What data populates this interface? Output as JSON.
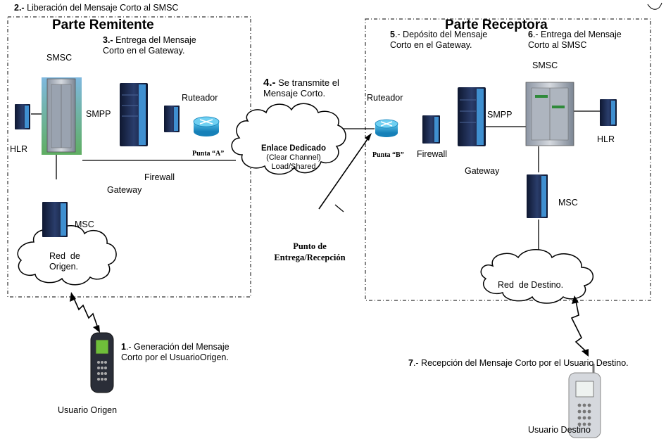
{
  "titles": {
    "sender_side": "Parte Remitente",
    "receiver_side": "Parte Receptora"
  },
  "steps": {
    "s1_num": "1",
    "s1_text": ".- Generación del Mensaje\nCorto por el UsuarioOrigen.",
    "s2_num": "2.-",
    "s2_text": " Liberación del Mensaje Corto al SMSC",
    "s3_num": "3.-",
    "s3_text": " Entrega del Mensaje\nCorto en el Gateway.",
    "s4_num": "4.-",
    "s4_text": " Se transmite el\nMensaje Corto.",
    "s5_num": "5",
    "s5_text": ".- Depósito del Mensaje\nCorto en el Gateway.",
    "s6_num": "6",
    "s6_text": ".- Entrega del Mensaje\nCorto al SMSC",
    "s7_num": "7",
    "s7_text": ".- Recepción del Mensaje Corto por el Usuario Destino."
  },
  "labels": {
    "smsc_left": "SMSC",
    "smpp_left": "SMPP",
    "ruteador_left": "Ruteador",
    "hlr_left": "HLR",
    "punta_a": "Punta “A”",
    "firewall_left": "Firewall",
    "gateway_left": "Gateway",
    "msc_left": "MSC",
    "red_origen": "Red  de\nOrigen.",
    "usuario_origen": "Usuario Origen",
    "enlace_title": "Enlace Dedicado",
    "enlace_sub": "(Clear Channel)\nLoad/Shared",
    "punto_entrega": "Punto de\nEntrega/Recepción",
    "ruteador_right": "Ruteador",
    "punta_b": "Punta “B”",
    "firewall_right": "Firewall",
    "smpp_right": "SMPP",
    "gateway_right": "Gateway",
    "smsc_right": "SMSC",
    "hlr_right": "HLR",
    "msc_right": "MSC",
    "red_destino": "Red  de Destino.",
    "usuario_destino": "Usuario Destino"
  },
  "colors": {
    "server_body": "#1d2b4d",
    "server_accent": "#3f8fd0",
    "router": "#2aa6d6",
    "box_border": "#333333"
  }
}
